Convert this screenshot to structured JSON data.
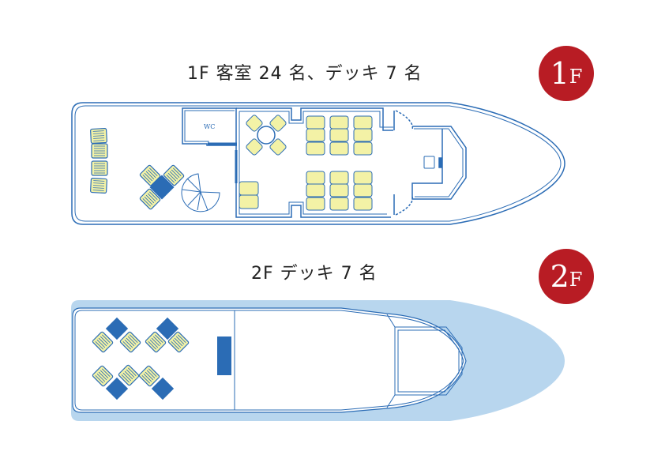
{
  "floor1": {
    "title": "1F 客室 24 名、デッキ 7 名",
    "badge_number": "1",
    "badge_letter": "F",
    "wc_label": "WC"
  },
  "floor2": {
    "title": "2F デッキ 7 名",
    "badge_number": "2",
    "badge_letter": "F"
  },
  "colors": {
    "line": "#2b6cb5",
    "seat": "#f3f2a6",
    "table": "#2b6cb5",
    "deck2": "#b8d6ee",
    "badge": "#b81c24"
  }
}
